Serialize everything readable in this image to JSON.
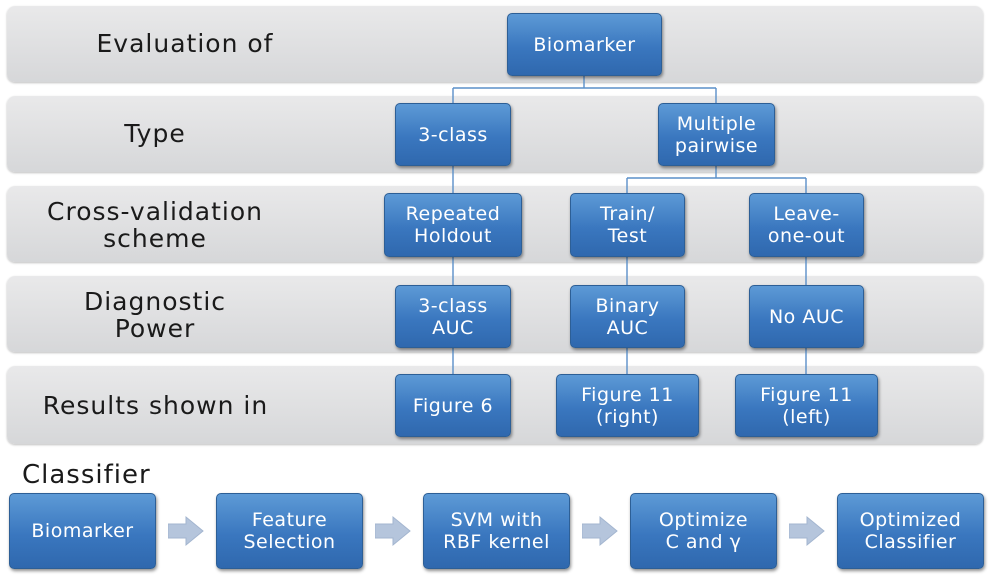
{
  "evaluation": {
    "rows": [
      {
        "label": "Evaluation of"
      },
      {
        "label": "Type"
      },
      {
        "label_line1": "Cross-validation",
        "label_line2": "scheme"
      },
      {
        "label_line1": "Diagnostic",
        "label_line2": "Power"
      },
      {
        "label": "Results shown in"
      }
    ],
    "nodes": {
      "biomarker": "Biomarker",
      "three_class": "3-class",
      "multiple_pairwise": [
        "Multiple",
        "pairwise"
      ],
      "repeated_holdout": [
        "Repeated",
        "Holdout"
      ],
      "train_test": [
        "Train/",
        "Test"
      ],
      "leave_one_out": [
        "Leave-",
        "one-out"
      ],
      "three_class_auc": [
        "3-class",
        "AUC"
      ],
      "binary_auc": [
        "Binary",
        "AUC"
      ],
      "no_auc": "No AUC",
      "figure6": "Figure 6",
      "figure11_right": [
        "Figure 11",
        "(right)"
      ],
      "figure11_left": [
        "Figure 11",
        "(left)"
      ]
    }
  },
  "classifier": {
    "title": "Classifier",
    "steps": [
      {
        "lines": [
          "Biomarker"
        ]
      },
      {
        "lines": [
          "Feature",
          "Selection"
        ]
      },
      {
        "lines": [
          "SVM with",
          "RBF kernel"
        ]
      },
      {
        "lines": [
          "Optimize",
          "C and γ"
        ]
      },
      {
        "lines": [
          "Optimized",
          "Classifier"
        ]
      }
    ]
  },
  "colors": {
    "box_top": "#5d9ad6",
    "box_bottom": "#2f68ae",
    "band": "#dedfe1",
    "connector": "#5a8fc9",
    "arrow": "#b5c5dc"
  }
}
